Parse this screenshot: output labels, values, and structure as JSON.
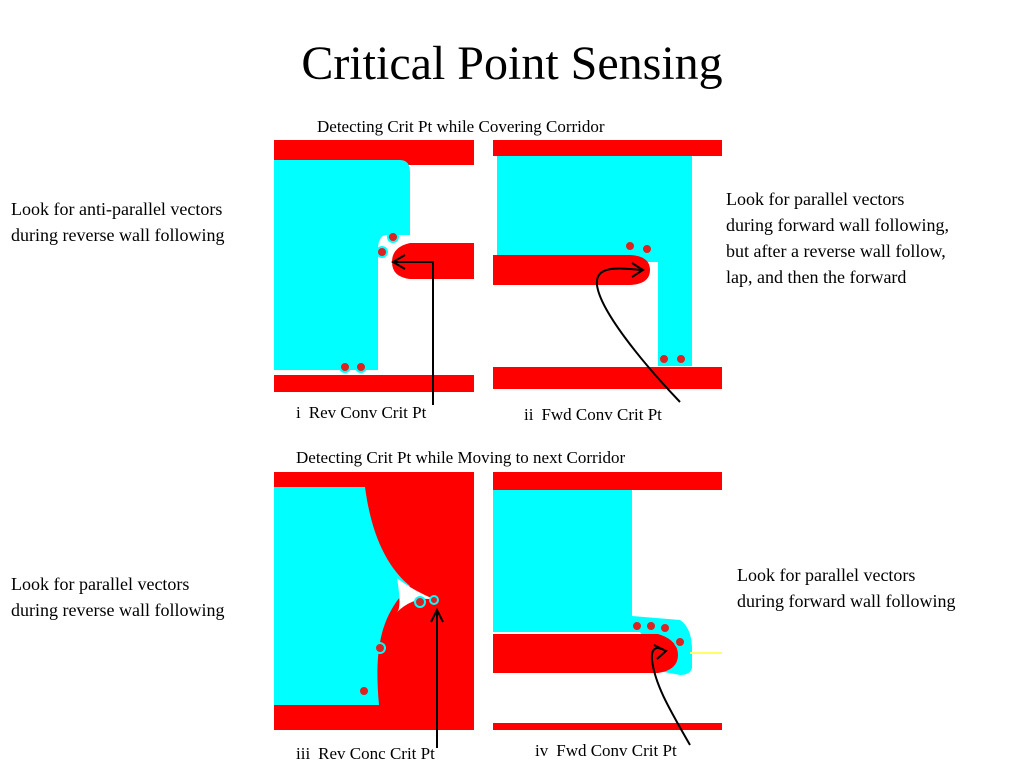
{
  "title": "Critical Point Sensing",
  "sections": {
    "top": "Detecting Crit Pt while Covering Corridor",
    "bottom": "Detecting Crit Pt while Moving to next Corridor"
  },
  "panels": [
    {
      "numeral": "i",
      "caption": "Rev Conv Crit Pt"
    },
    {
      "numeral": "ii",
      "caption": "Fwd Conv Crit Pt"
    },
    {
      "numeral": "iii",
      "caption": "Rev Conc Crit Pt"
    },
    {
      "numeral": "iv",
      "caption": "Fwd Conv Crit Pt"
    }
  ],
  "notes": {
    "top_left": [
      "Look for anti-parallel vectors",
      "during reverse wall following"
    ],
    "top_right": [
      "Look for parallel vectors",
      "during forward wall following,",
      "but after a reverse wall follow,",
      "lap, and then the forward"
    ],
    "bottom_left": [
      "Look for parallel vectors",
      "during reverse wall following"
    ],
    "bottom_right": [
      "Look for parallel vectors",
      "during forward wall following"
    ]
  },
  "colors": {
    "obstacle": "#ff0000",
    "covered": "#00ffff",
    "free": "#ffffff",
    "sensor": "#dd2222",
    "arrow": "#000000",
    "ray": "#ffff66"
  }
}
